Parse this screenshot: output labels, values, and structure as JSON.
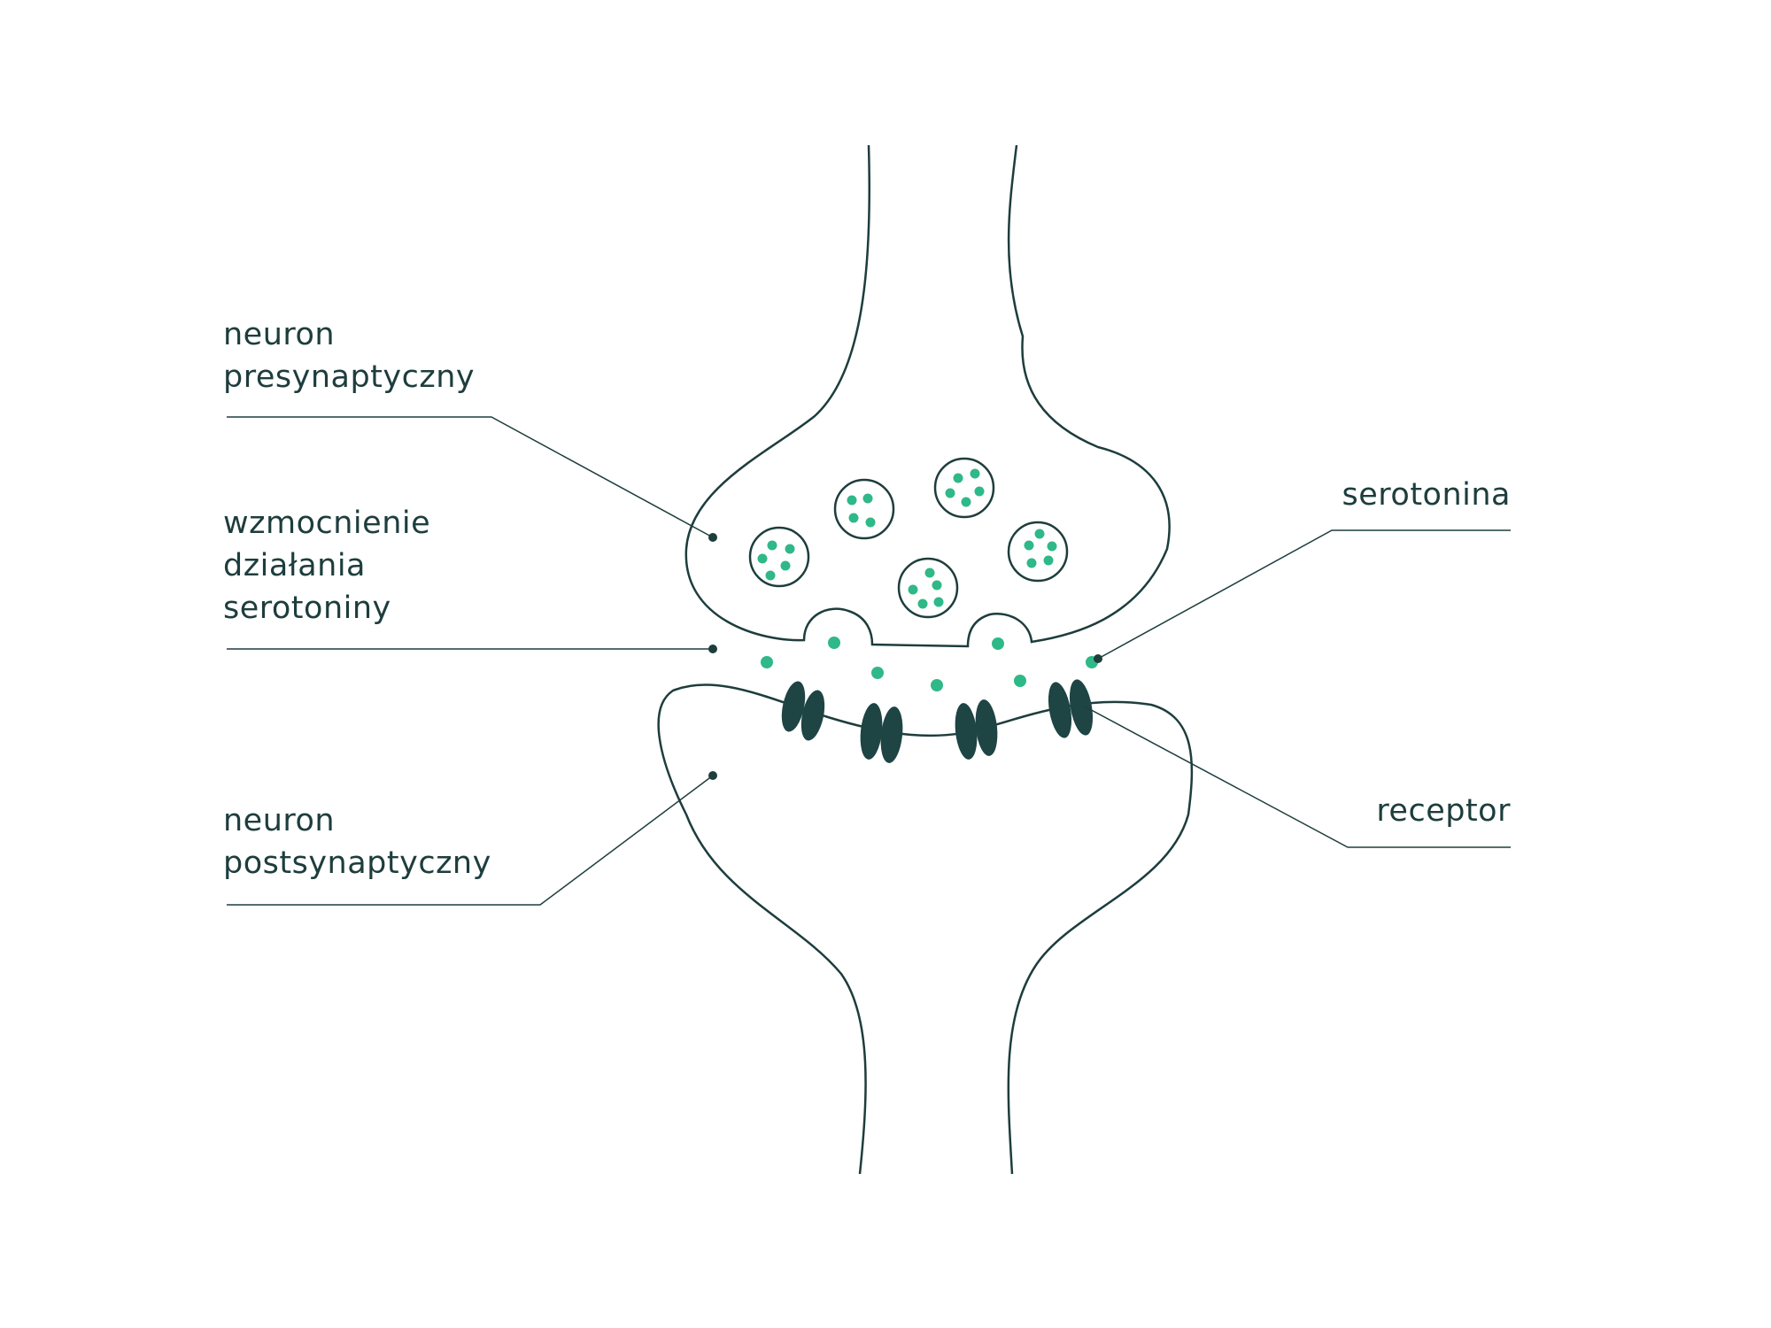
{
  "labels": {
    "presynaptic": [
      "neuron",
      "presynaptyczny"
    ],
    "enhancement": [
      "wzmocnienie",
      "działania",
      "serotoniny"
    ],
    "postsynaptic": [
      "neuron",
      "postsynaptyczny"
    ],
    "serotonin": "serotonina",
    "receptor": "receptor"
  },
  "colors": {
    "outline": "#1e3d3d",
    "serotonin": "#2fb888",
    "receptor": "#1e4444",
    "leader": "#1e3d3d",
    "background": "#ffffff"
  }
}
